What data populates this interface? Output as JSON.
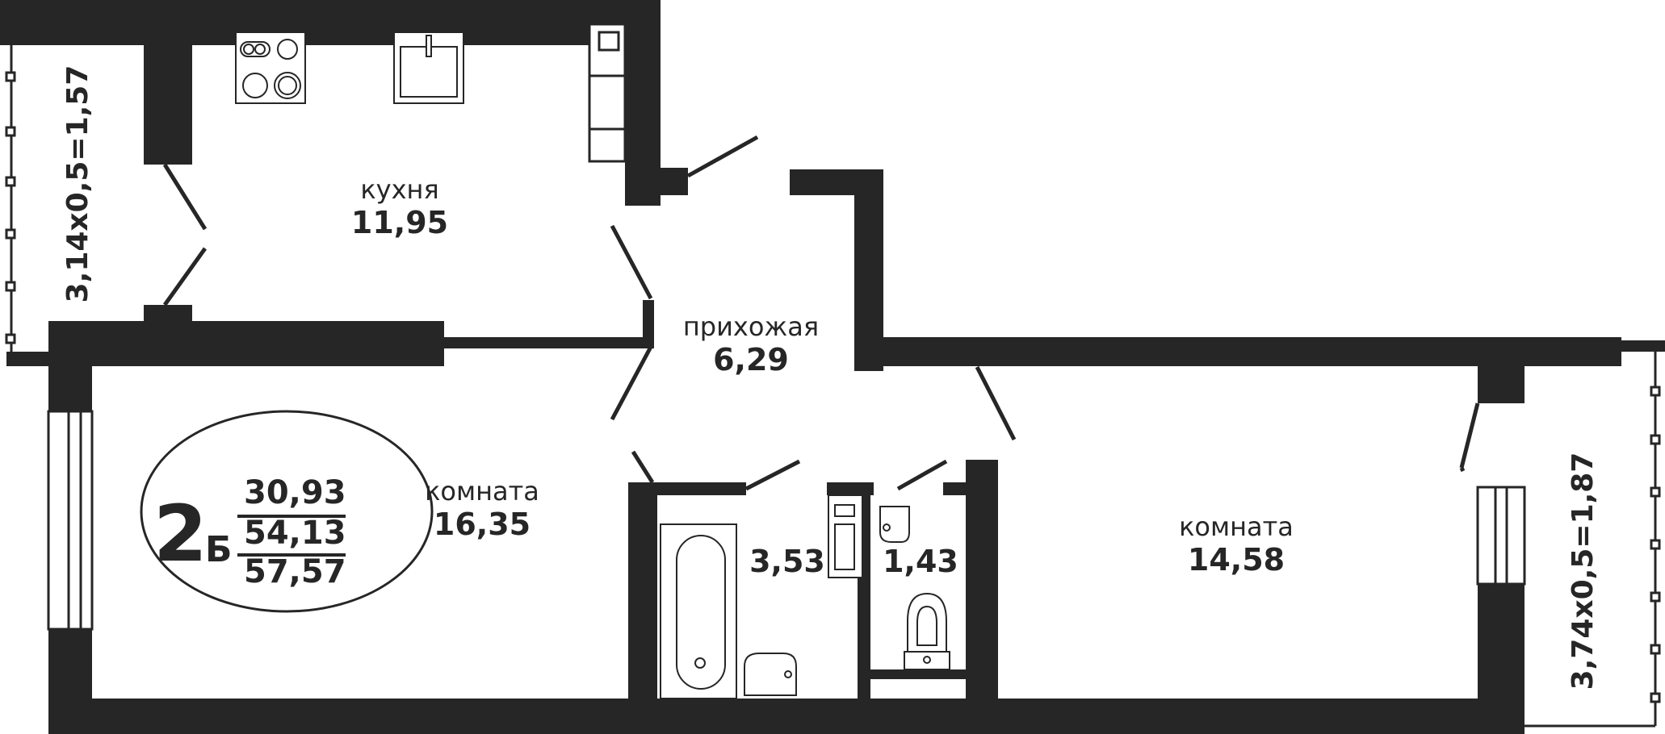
{
  "rooms": {
    "kitchen": {
      "name": "кухня",
      "area": "11,95"
    },
    "hallway": {
      "name": "прихожая",
      "area": "6,29"
    },
    "room_left": {
      "name": "комната",
      "area": "16,35"
    },
    "room_right": {
      "name": "комната",
      "area": "14,58"
    },
    "bathroom": {
      "area": "3,53"
    },
    "toilet": {
      "area": "1,43"
    }
  },
  "balconies": {
    "left": "3,14x0,5=1,57",
    "right": "3,74x0,5=1,87"
  },
  "badge": {
    "rooms": "2",
    "type": "Б",
    "living_area": "30,93",
    "total_area": "54,13",
    "total_with_balcony": "57,57"
  },
  "colors": {
    "wall": "#262626",
    "text": "#262626"
  }
}
